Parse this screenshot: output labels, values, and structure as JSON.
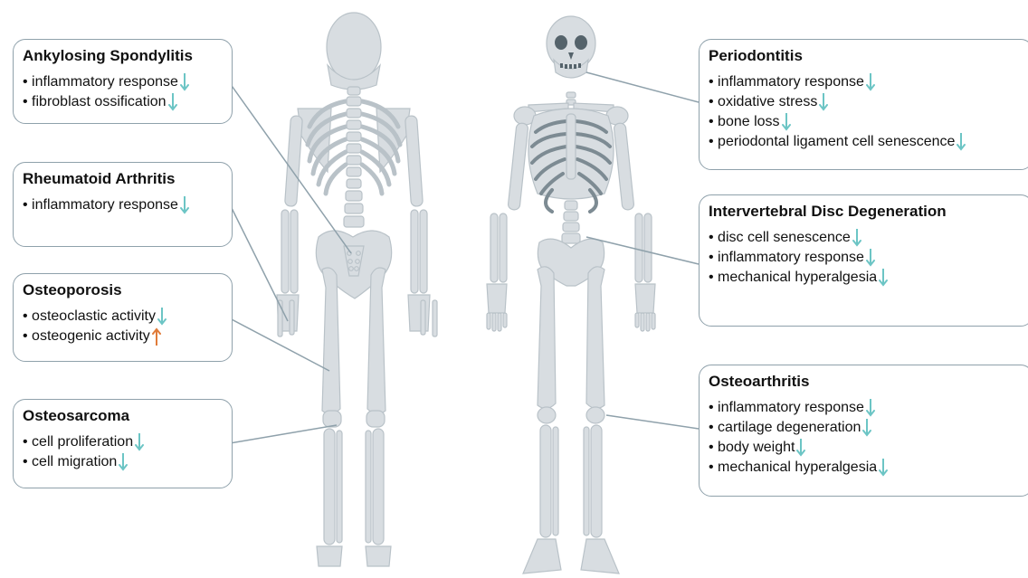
{
  "colors": {
    "down": "#6cc5c5",
    "up": "#e07b39",
    "bone": "#d8dde1",
    "bone_stroke": "#b9c2c8",
    "leader": "#8fa1ab"
  },
  "cards": {
    "as": {
      "title": "Ankylosing Spondylitis",
      "items": [
        {
          "text": "inflammatory response",
          "arrow": "down"
        },
        {
          "text": "fibroblast ossification",
          "arrow": "down"
        }
      ]
    },
    "ra": {
      "title": "Rheumatoid Arthritis",
      "items": [
        {
          "text": "inflammatory response",
          "arrow": "down"
        }
      ]
    },
    "op": {
      "title": "Osteoporosis",
      "items": [
        {
          "text": "osteoclastic activity",
          "arrow": "down"
        },
        {
          "text": "osteogenic activity",
          "arrow": "up"
        }
      ]
    },
    "os": {
      "title": "Osteosarcoma",
      "items": [
        {
          "text": "cell proliferation",
          "arrow": "down"
        },
        {
          "text": "cell migration",
          "arrow": "down"
        }
      ]
    },
    "pd": {
      "title": "Periodontitis",
      "items": [
        {
          "text": "inflammatory response",
          "arrow": "down"
        },
        {
          "text": "oxidative stress",
          "arrow": "down"
        },
        {
          "text": "bone loss",
          "arrow": "down"
        },
        {
          "text": "periodontal ligament cell senescence",
          "arrow": "down"
        }
      ]
    },
    "idd": {
      "title": "Intervertebral Disc Degeneration",
      "items": [
        {
          "text": "disc cell senescence",
          "arrow": "down"
        },
        {
          "text": "inflammatory response",
          "arrow": "down"
        },
        {
          "text": "mechanical hyperalgesia",
          "arrow": "down"
        }
      ]
    },
    "oa": {
      "title": "Osteoarthritis",
      "items": [
        {
          "text": "inflammatory response",
          "arrow": "down"
        },
        {
          "text": "cartilage degeneration",
          "arrow": "down"
        },
        {
          "text": "body weight",
          "arrow": "down"
        },
        {
          "text": "mechanical hyperalgesia",
          "arrow": "down"
        }
      ]
    }
  }
}
